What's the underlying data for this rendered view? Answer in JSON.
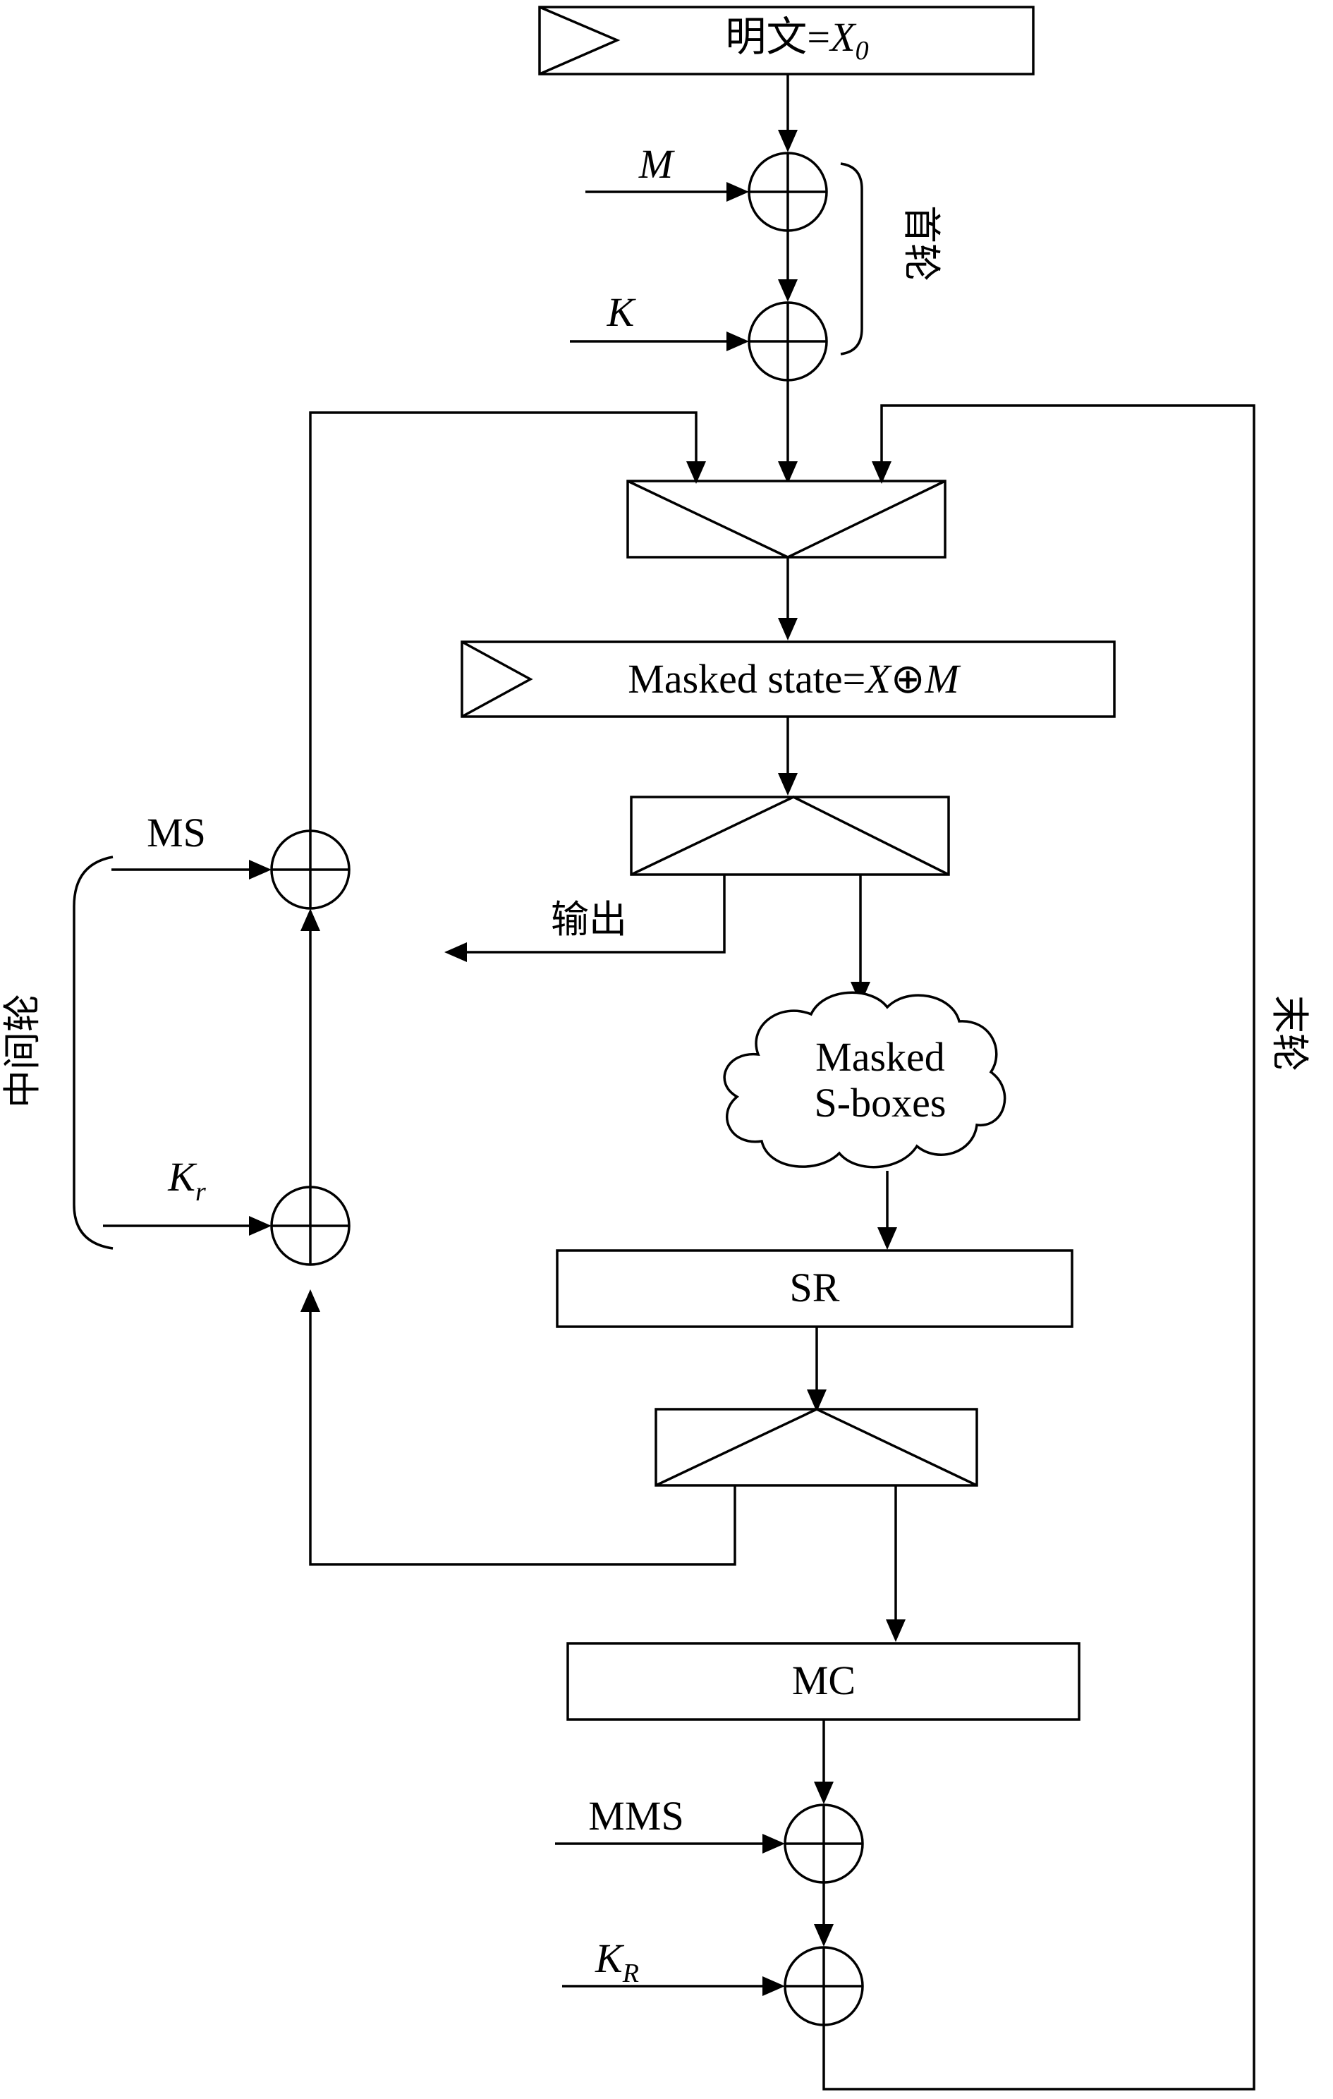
{
  "plaintext_box": {
    "label": "明文=",
    "var": "X",
    "sub": "0"
  },
  "first_round": {
    "mask_input": "M",
    "key_input": "K",
    "brace_label": "首轮"
  },
  "masked_state_box": {
    "label": "Masked state=",
    "var1": "X",
    "op": "⊕",
    "var2": "M"
  },
  "middle_round": {
    "ms_input": "MS",
    "key_input": "K",
    "key_sub": "r",
    "brace_label": "中间轮"
  },
  "output_label": "输出",
  "sbox_cloud": {
    "line1": "Masked",
    "line2": "S-boxes"
  },
  "sr_box": "SR",
  "mc_box": "MC",
  "final_round": {
    "mms_input": "MMS",
    "key_input": "K",
    "key_sub": "R",
    "side_label": "末轮"
  }
}
